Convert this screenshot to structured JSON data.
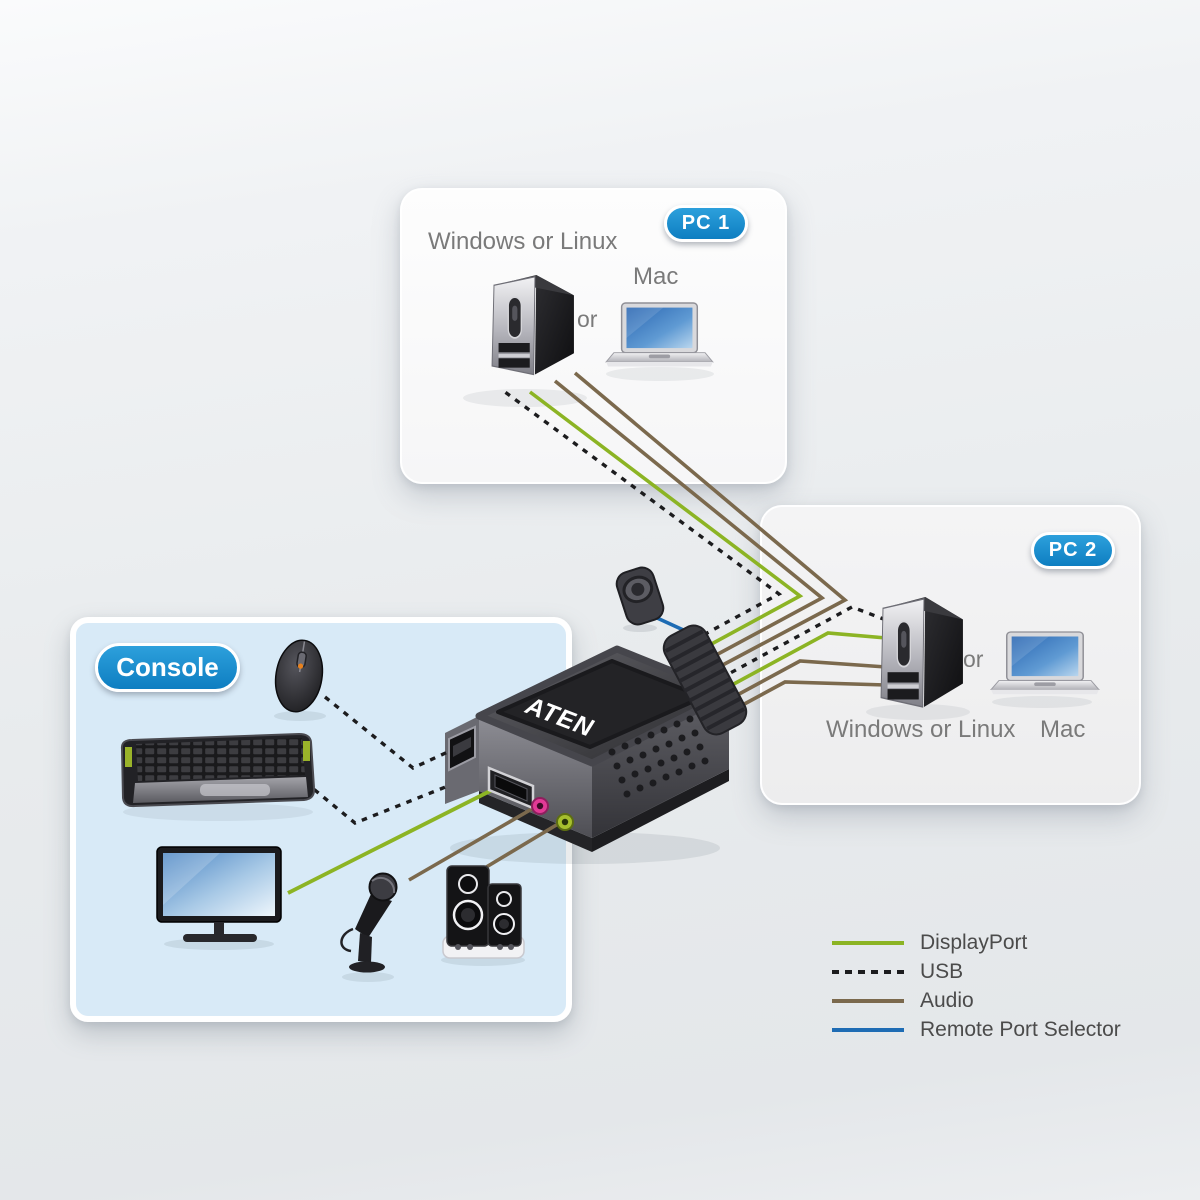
{
  "pc1": {
    "badge": "PC 1",
    "os_label": "Windows or Linux",
    "or_label": "or",
    "mac_label": "Mac"
  },
  "pc2": {
    "badge": "PC 2",
    "os_label": "Windows or Linux",
    "or_label": "or",
    "mac_label": "Mac"
  },
  "console": {
    "badge": "Console"
  },
  "kvm": {
    "brand": "ATEN"
  },
  "legend": {
    "items": [
      {
        "label": "DisplayPort",
        "color": "#8cb424",
        "style": "solid"
      },
      {
        "label": "USB",
        "color": "#1c1c1e",
        "style": "dashed"
      },
      {
        "label": "Audio",
        "color": "#7b694d",
        "style": "solid"
      },
      {
        "label": "Remote Port Selector",
        "color": "#1e6cb4",
        "style": "solid"
      }
    ]
  },
  "colors": {
    "badge_blue": "#1486c9",
    "panel_pc1": "#fbfbfb",
    "panel_pc2": "#f1f1f2",
    "panel_console": "#d8eaf7",
    "label_gray": "#7a7a7a",
    "mic_jack_pink": "#e23a96",
    "speaker_jack_green": "#a6bf2e"
  }
}
